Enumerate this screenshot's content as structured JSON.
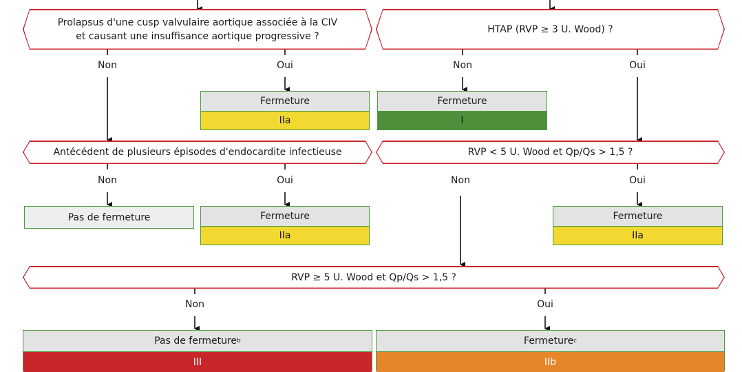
{
  "questions": {
    "q1": "Prolapsus d'une cusp valvulaire aortique associée à la CIV\net causant une insuffisance aortique progressive ?",
    "q2": "HTAP (RVP ≥ 3 U. Wood) ?",
    "q3": "Antécédent de plusieurs épisodes d'endocardite infectieuse",
    "q4": "RVP < 5 U. Wood et Qp/Qs > 1,5 ?",
    "q5": "RVP ≥ 5 U. Wood et Qp/Qs > 1,5 ?"
  },
  "labels": {
    "non": "Non",
    "oui": "Oui"
  },
  "outcomes": {
    "o1": {
      "title": "Fermeture",
      "class": "IIa",
      "color": "#f2d931"
    },
    "o2": {
      "title": "Fermeture",
      "class": "I",
      "color": "#4e8f3c"
    },
    "o3": {
      "title": "Pas de fermeture"
    },
    "o4": {
      "title": "Fermeture",
      "class": "IIa",
      "color": "#f2d931"
    },
    "o5": {
      "title": "Fermeture",
      "class": "IIa",
      "color": "#f2d931"
    },
    "o6": {
      "title": "Pas de fermeture",
      "sup": "b",
      "class": "III",
      "color": "#c9262c"
    },
    "o7": {
      "title": "Fermeture",
      "sup": "c",
      "class": "IIb",
      "color": "#e6862b"
    }
  }
}
